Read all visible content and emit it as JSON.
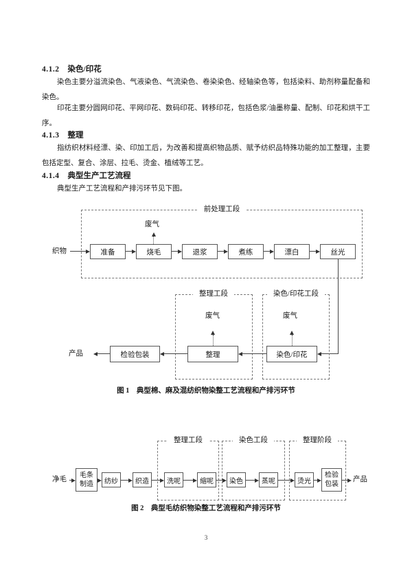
{
  "doc": {
    "page_number": "3",
    "sections": [
      {
        "num": "4.1.2",
        "title": "染色/印花",
        "paragraphs": [
          "染色主要分溢流染色、气液染色、气流染色、卷染染色、经轴染色等，包括染料、助剂称量配备和染色。",
          "印花主要分圆网印花、平网印花、数码印花、转移印花，包括色浆/油墨称量、配制、印花和烘干工序。"
        ]
      },
      {
        "num": "4.1.3",
        "title": "整理",
        "paragraphs": [
          "指纺织材料经漂、染、印加工后，为改善和提高织物品质、赋予纺织品特殊功能的加工整理，主要包括定型、复合、涂层、拉毛、烫金、植绒等工艺。"
        ]
      },
      {
        "num": "4.1.4",
        "title": "典型生产工艺流程",
        "paragraphs": [
          "典型生产工艺流程和产排污环节见下图。"
        ]
      }
    ]
  },
  "figure1": {
    "caption": "图 1　典型棉、麻及混纺织物染整工艺流程和产排污环节",
    "pretreat_group": "前处理工段",
    "input": "织物",
    "steps": [
      "准备",
      "烧毛",
      "退浆",
      "煮练",
      "漂白",
      "丝光"
    ],
    "waste_gas_1": "废气",
    "finishing_group": "整理工段",
    "dyeing_group": "染色/印花工段",
    "waste_gas_2": "废气",
    "waste_gas_3": "废气",
    "inspect_box": "检验包装",
    "finishing_box": "整理",
    "dyeing_box": "染色/印花",
    "product": "产品"
  },
  "figure2": {
    "caption": "图 2　典型毛纺织物染整工艺流程和产排污环节",
    "input": "净毛",
    "product": "产品",
    "group_a": "整理工段",
    "group_b": "染色工段",
    "group_c": "整理阶段",
    "steps": [
      "毛条制造",
      "纺纱",
      "织造",
      "洗呢",
      "缩呢",
      "染色",
      "蒸呢",
      "烫光",
      "检验包装"
    ]
  }
}
